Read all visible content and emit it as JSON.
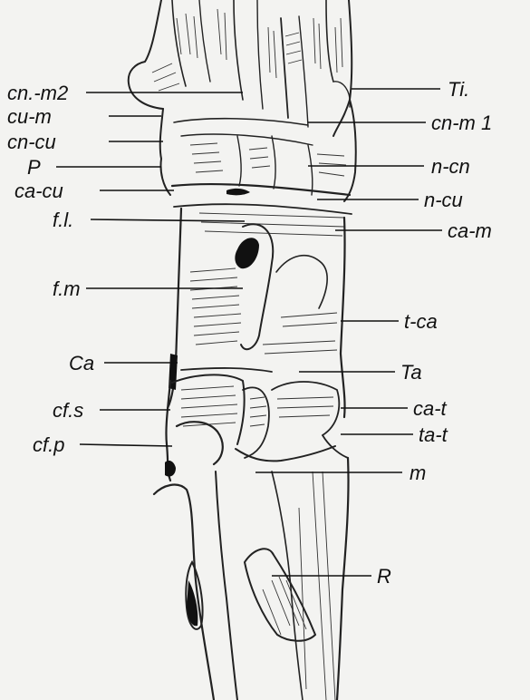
{
  "figure": {
    "labels": {
      "cn_m2": "cn.-m2",
      "cu_m": "cu-m",
      "cn_cu": "cn-cu",
      "p": "P",
      "ca_cu": "ca-cu",
      "fl": "f.l.",
      "fm": "f.m",
      "ca": "Ca",
      "cfs": "cf.s",
      "cfp": "cf.p",
      "ti": "Ti.",
      "cn_m1": "cn-m 1",
      "n_cn": "n-cn",
      "n_cu": "n-cu",
      "ca_m": "ca-m",
      "t_ca": "t-ca",
      "ta": "Ta",
      "ca_t": "ca-t",
      "ta_t": "ta-t",
      "m": "m",
      "r": "R"
    }
  }
}
